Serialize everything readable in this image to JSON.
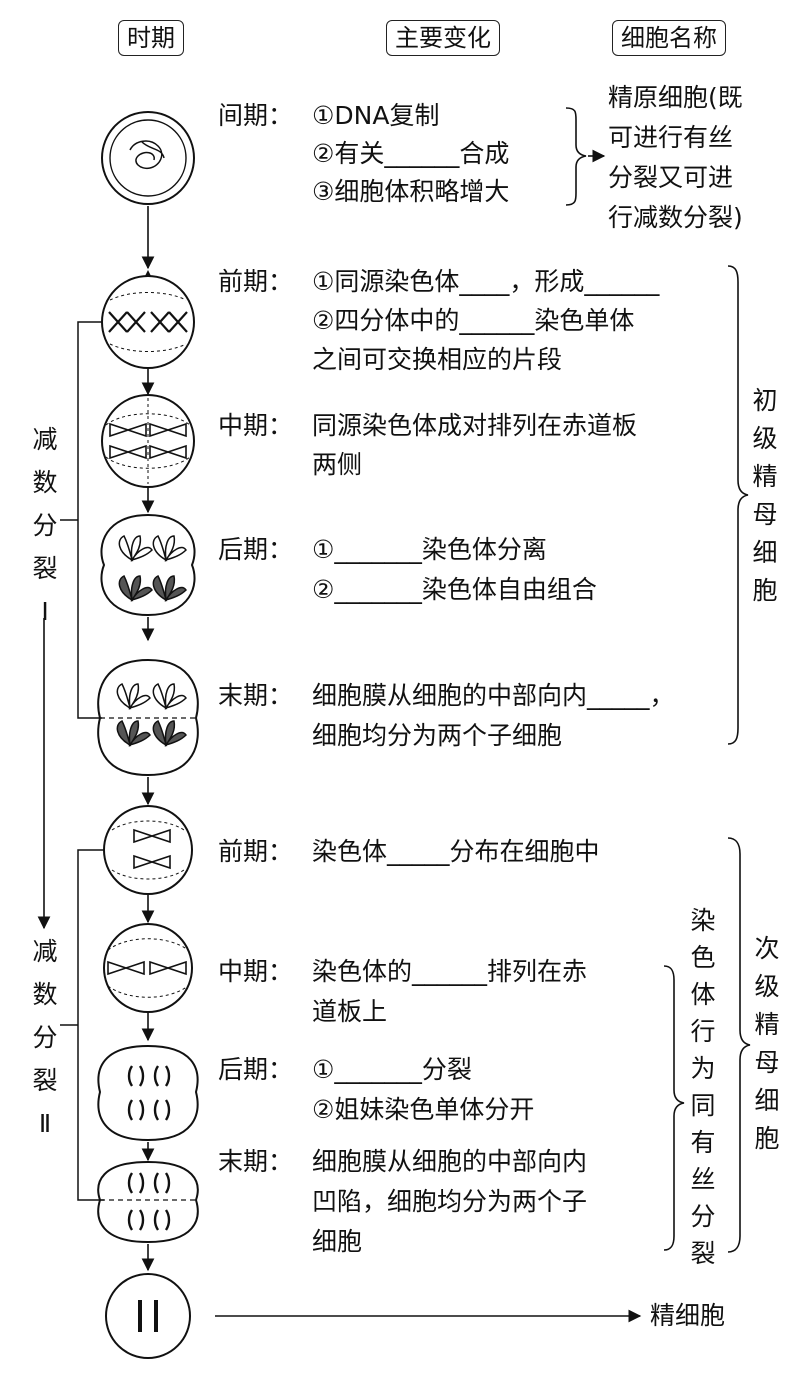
{
  "headers": {
    "period": "时期",
    "main_changes": "主要变化",
    "cell_name": "细胞名称"
  },
  "interphase": {
    "label": "间期：",
    "line1": "①DNA复制",
    "line2": "②有关______合成",
    "line3": "③细胞体积略增大",
    "cell_name": [
      "精原细胞(既",
      "可进行有丝",
      "分裂又可进",
      "行减数分裂)"
    ]
  },
  "meiosis1": {
    "side_label": [
      "减",
      "数",
      "分",
      "裂",
      "Ⅰ"
    ],
    "cell_name": [
      "初",
      "级",
      "精",
      "母",
      "细",
      "胞"
    ],
    "prophase": {
      "label": "前期：",
      "line1": "①同源染色体____，形成______",
      "line2": "②四分体中的______染色单体",
      "line3": "之间可交换相应的片段"
    },
    "metaphase": {
      "label": "中期：",
      "line1": "同源染色体成对排列在赤道板",
      "line2": "两侧"
    },
    "anaphase": {
      "label": "后期：",
      "line1": "①_______染色体分离",
      "line2": "②_______染色体自由组合"
    },
    "telophase": {
      "label": "末期：",
      "line1": "细胞膜从细胞的中部向内_____，",
      "line2": "细胞均分为两个子细胞"
    }
  },
  "meiosis2": {
    "side_label": [
      "减",
      "数",
      "分",
      "裂",
      "Ⅱ"
    ],
    "cell_name": [
      "次",
      "级",
      "精",
      "母",
      "细",
      "胞"
    ],
    "mitosis_note": [
      "染",
      "色",
      "体",
      "行",
      "为",
      "同",
      "有",
      "丝",
      "分",
      "裂"
    ],
    "prophase": {
      "label": "前期：",
      "line1": "染色体_____分布在细胞中"
    },
    "metaphase": {
      "label": "中期：",
      "line1": "染色体的______排列在赤",
      "line2": "道板上"
    },
    "anaphase": {
      "label": "后期：",
      "line1": "①_______分裂",
      "line2": "②姐妹染色单体分开"
    },
    "telophase": {
      "label": "末期：",
      "line1": "细胞膜从细胞的中部向内",
      "line2": "凹陷，细胞均分为两个子",
      "line3": "细胞"
    }
  },
  "final_cell": "精细胞"
}
